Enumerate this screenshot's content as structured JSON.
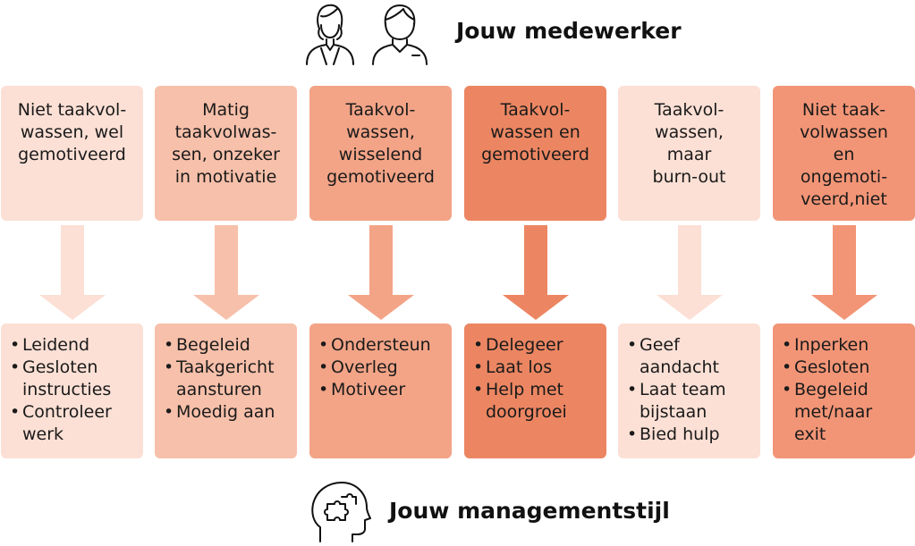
{
  "header": {
    "title": "Jouw medewerker"
  },
  "footer": {
    "title": "Jouw managementstijl"
  },
  "columns": [
    {
      "label": "Niet taakvol-\nwassen, wel\ngemotiveerd",
      "color": "#fce0d5",
      "items": [
        "Leidend",
        "Gesloten\ninstructies",
        "Controleer\nwerk"
      ]
    },
    {
      "label": "Matig\ntaakvolwas-\nsen, onzeker\nin motivatie",
      "color": "#f7c0aa",
      "items": [
        "Begeleid",
        "Taakgericht\naansturen",
        "Moedig aan"
      ]
    },
    {
      "label": "Taakvol-\nwassen,\nwisselend\ngemotiveerd",
      "color": "#f3a487",
      "items": [
        "Ondersteun",
        "Overleg",
        "Motiveer"
      ]
    },
    {
      "label": "Taakvol-\nwassen en\ngemotiveerd",
      "color": "#ec8662",
      "items": [
        "Delegeer",
        "Laat los",
        "Help met\ndoorgroei"
      ]
    },
    {
      "label": "Taakvol-\nwassen,\nmaar\nburn-out",
      "color": "#fce0d5",
      "items": [
        "Geef\naandacht",
        "Laat team\nbijstaan",
        "Bied hulp"
      ]
    },
    {
      "label": "Niet taak-\nvolwassen\nen\nongemoti-\nveerd,niet",
      "color": "#f29576",
      "items": [
        "Inperken",
        "Gesloten",
        "Begeleid\nmet/naar\nexit"
      ]
    }
  ]
}
